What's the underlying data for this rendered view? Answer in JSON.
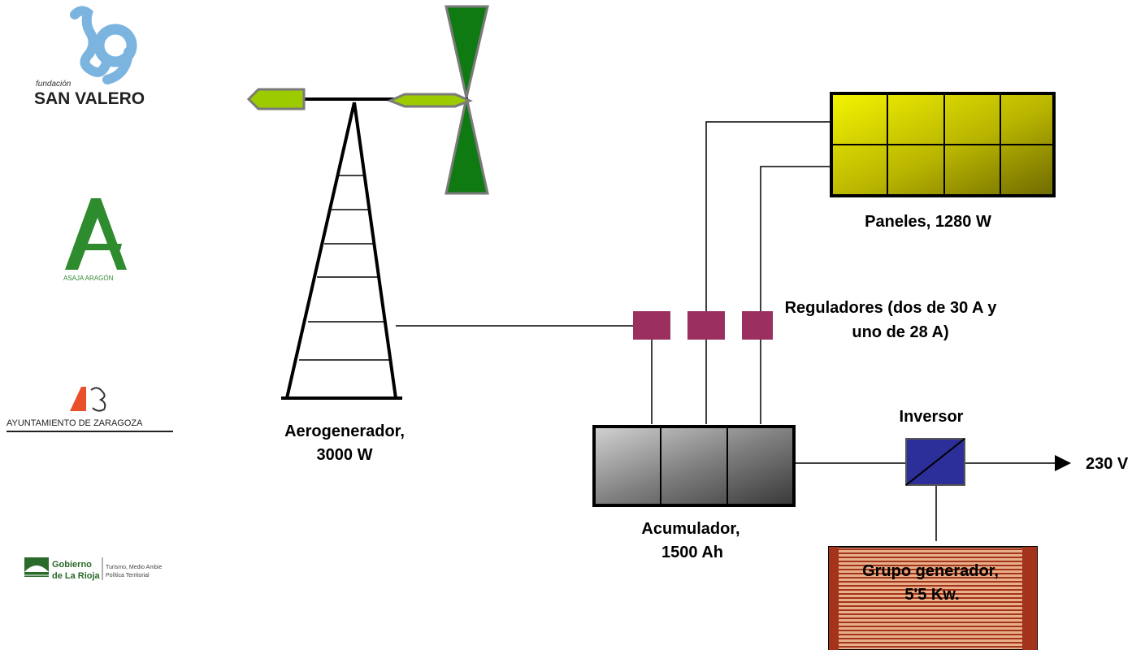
{
  "logos": {
    "san_valero": {
      "small": "fundación",
      "name": "SAN VALERO"
    },
    "asaja": {
      "name": "ASAJA ARAGÓN"
    },
    "zaragoza": {
      "name": "AYUNTAMIENTO DE ZARAGOZA"
    },
    "rioja": {
      "line1": "Gobierno",
      "line2": "de La Rioja",
      "dept1": "Turismo, Medio Ambie",
      "dept2": "Política Territorial"
    }
  },
  "labels": {
    "aerogenerador_1": "Aerogenerador,",
    "aerogenerador_2": "3000 W",
    "paneles": "Paneles, 1280 W",
    "reguladores_1": "Reguladores (dos de 30 A y",
    "reguladores_2": "uno de 28 A)",
    "inversor": "Inversor",
    "output": "230 V",
    "acumulador_1": "Acumulador,",
    "acumulador_2": "1500 Ah",
    "grupo_1": "Grupo generador,",
    "grupo_2": "5'5 Kw."
  },
  "colors": {
    "blade": "#0f7a12",
    "tail": "#9ccc00",
    "regulator": "#9b3060",
    "inverter": "#2c2e9a",
    "generator_stripe": "#a3331a",
    "san_valero_blue": "#7cb4e0",
    "asaja_green": "#2e8b2e",
    "zaragoza_red": "#e8502a"
  }
}
